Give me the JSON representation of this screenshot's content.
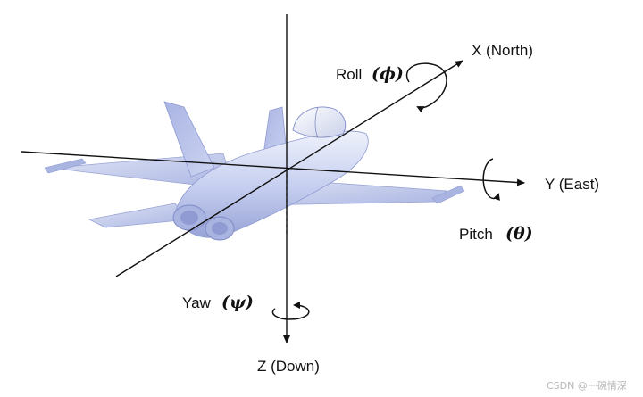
{
  "axes": {
    "x": {
      "label": "X (North)"
    },
    "y": {
      "label": "Y (East)"
    },
    "z": {
      "label": "Z (Down)"
    }
  },
  "rotations": {
    "roll": {
      "label": "Roll",
      "symbol": "(ϕ)"
    },
    "pitch": {
      "label": "Pitch",
      "symbol": "(θ)"
    },
    "yaw": {
      "label": "Yaw",
      "symbol": "(ψ)"
    }
  },
  "watermark": "CSDN @一碗情深",
  "colors": {
    "aircraft_light": "#e8ecf8",
    "aircraft_mid": "#b9c3ea",
    "aircraft_dark": "#8f9bd2",
    "axis": "#111111"
  }
}
